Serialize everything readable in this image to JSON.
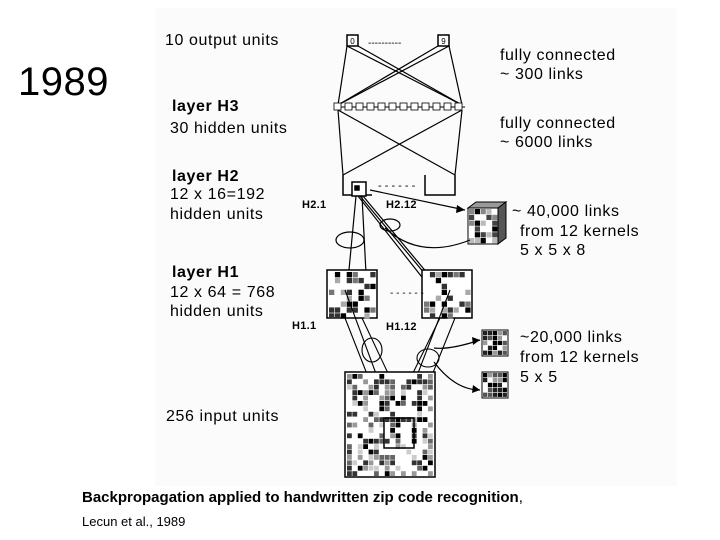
{
  "year": "1989",
  "labels": {
    "output": "10  output  units",
    "h3_title": "layer  H3",
    "h3_units": "30  hidden  units",
    "h2_title": "layer  H2",
    "h2_size": "12  x  16=192",
    "h2_units": "hidden  units",
    "h1_title": "layer  H1",
    "h1_size": "12  x  64 = 768",
    "h1_units": "hidden  units",
    "input": "256  input  units",
    "fc1_line1": "fully  connected",
    "fc1_line2": "~  300  links",
    "fc2_line1": "fully  connected",
    "fc2_line2": "~  6000  links",
    "k1_line1": "~  40,000  links",
    "k1_line2": "from  12  kernels",
    "k1_line3": "5  x  5  x  8",
    "k2_line1": "~20,000  links",
    "k2_line2": "from  12  kernels",
    "k2_line3": "5  x  5",
    "h21": "H2.1",
    "h212": "H2.12",
    "h11": "H1.1",
    "h112": "H1.12",
    "out0": "0",
    "out9": "9",
    "dashes": "----------"
  },
  "caption": {
    "title": "Backpropagation applied to handwritten zip code recognition",
    "comma": ",",
    "citation": "Lecun et al., 1989"
  }
}
